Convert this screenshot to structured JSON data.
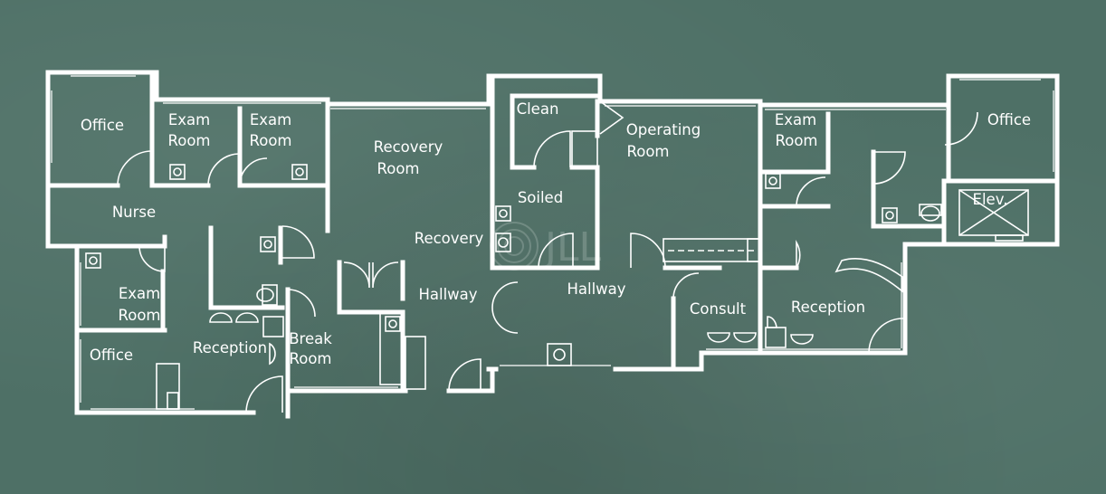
{
  "rooms": {
    "office_left_top": "Office",
    "exam_room_1_line1": "Exam",
    "exam_room_1_line2": "Room",
    "exam_room_2_line1": "Exam",
    "exam_room_2_line2": "Room",
    "recovery_room_line1": "Recovery",
    "recovery_room_line2": "Room",
    "nurse": "Nurse",
    "exam_room_3_line1": "Exam",
    "exam_room_3_line2": "Room",
    "office_left_bottom": "Office",
    "reception_left": "Reception",
    "break_room_line1": "Break",
    "break_room_line2": "Room",
    "recovery": "Recovery",
    "hallway_left": "Hallway",
    "clean": "Clean",
    "soiled": "Soiled",
    "operating_room_line1": "Operating",
    "operating_room_line2": "Room",
    "hallway_center": "Hallway",
    "exam_room_4_line1": "Exam",
    "exam_room_4_line2": "Room",
    "consult": "Consult",
    "reception_right": "Reception",
    "office_right": "Office",
    "elevator": "Elev."
  },
  "watermark": "JLL",
  "colors": {
    "chalkboard": "#4e7066",
    "lines": "#ffffff"
  }
}
